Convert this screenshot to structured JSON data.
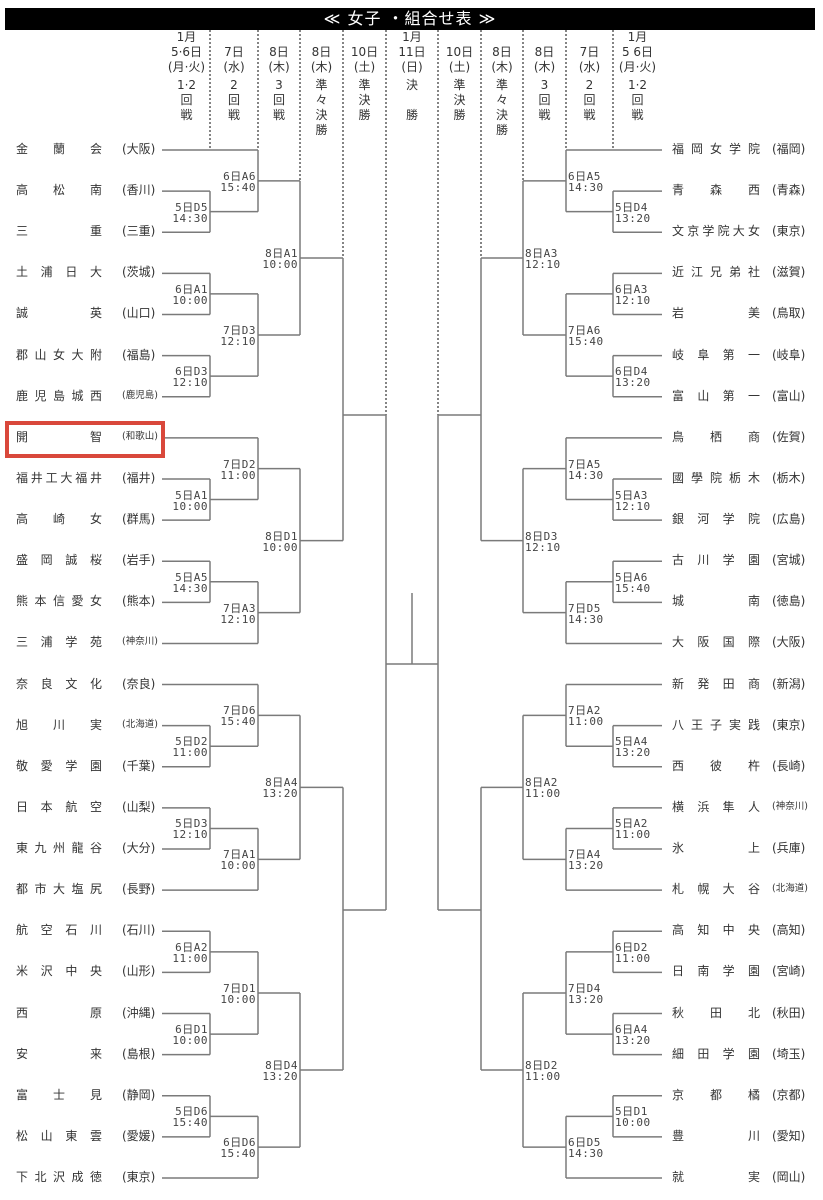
{
  "title": "≪ 女子 ・組合せ表 ≫",
  "highlight_color": "#d9483b",
  "header_columns": [
    {
      "date": [
        "1月",
        "5·6日",
        "(月·火)"
      ],
      "round": [
        "1·2",
        "回",
        "戦"
      ]
    },
    {
      "date": [
        "7日",
        "(水)"
      ],
      "round": [
        "2",
        "回",
        "戦"
      ]
    },
    {
      "date": [
        "8日",
        "(木)"
      ],
      "round": [
        "3",
        "回",
        "戦"
      ]
    },
    {
      "date": [
        "8日",
        "(木)"
      ],
      "round": [
        "準",
        "々",
        "決",
        "勝"
      ]
    },
    {
      "date": [
        "10日",
        "(土)"
      ],
      "round": [
        "準",
        "決",
        "勝"
      ]
    },
    {
      "date": [
        "1月",
        "11日",
        "(日)"
      ],
      "round": [
        "決",
        "",
        "勝"
      ]
    },
    {
      "date": [
        "10日",
        "(土)"
      ],
      "round": [
        "準",
        "決",
        "勝"
      ]
    },
    {
      "date": [
        "8日",
        "(木)"
      ],
      "round": [
        "準",
        "々",
        "決",
        "勝"
      ]
    },
    {
      "date": [
        "8日",
        "(木)"
      ],
      "round": [
        "3",
        "回",
        "戦"
      ]
    },
    {
      "date": [
        "7日",
        "(水)"
      ],
      "round": [
        "2",
        "回",
        "戦"
      ]
    },
    {
      "date": [
        "1月",
        "5 6日",
        "(月·火)"
      ],
      "round": [
        "1·2",
        "回",
        "戦"
      ]
    }
  ],
  "left": {
    "teams": [
      {
        "name": "金蘭会",
        "pref": "(大阪)"
      },
      {
        "name": "高松南",
        "pref": "(香川)"
      },
      {
        "name": "三重",
        "pref": "(三重)"
      },
      {
        "name": "土浦日大",
        "pref": "(茨城)"
      },
      {
        "name": "誠英",
        "pref": "(山口)"
      },
      {
        "name": "郡山女大附",
        "pref": "(福島)"
      },
      {
        "name": "鹿児島城西",
        "pref": "(鹿児島)"
      },
      {
        "name": "開智",
        "pref": "(和歌山)",
        "highlight": true
      },
      {
        "name": "福井工大福井",
        "pref": "(福井)"
      },
      {
        "name": "高崎女",
        "pref": "(群馬)"
      },
      {
        "name": "盛岡誠桜",
        "pref": "(岩手)"
      },
      {
        "name": "熊本信愛女",
        "pref": "(熊本)"
      },
      {
        "name": "三浦学苑",
        "pref": "(神奈川)"
      },
      {
        "name": "奈良文化",
        "pref": "(奈良)"
      },
      {
        "name": "旭川実",
        "pref": "(北海道)"
      },
      {
        "name": "敬愛学園",
        "pref": "(千葉)"
      },
      {
        "name": "日本航空",
        "pref": "(山梨)"
      },
      {
        "name": "東九州龍谷",
        "pref": "(大分)"
      },
      {
        "name": "都市大塩尻",
        "pref": "(長野)"
      },
      {
        "name": "航空石川",
        "pref": "(石川)"
      },
      {
        "name": "米沢中央",
        "pref": "(山形)"
      },
      {
        "name": "西原",
        "pref": "(沖縄)"
      },
      {
        "name": "安来",
        "pref": "(島根)"
      },
      {
        "name": "富士見",
        "pref": "(静岡)"
      },
      {
        "name": "松山東雲",
        "pref": "(愛媛)"
      },
      {
        "name": "下北沢成徳",
        "pref": "(東京)"
      }
    ],
    "matches": [
      {
        "code": "5日D5",
        "time": "14:30"
      },
      {
        "code": "6日A6",
        "time": "15:40"
      },
      {
        "code": "6日A1",
        "time": "10:00"
      },
      {
        "code": "6日D3",
        "time": "12:10"
      },
      {
        "code": "7日D3",
        "time": "12:10"
      },
      {
        "code": "8日A1",
        "time": "10:00"
      },
      {
        "code": "5日A1",
        "time": "10:00"
      },
      {
        "code": "7日D2",
        "time": "11:00"
      },
      {
        "code": "5日A5",
        "time": "14:30"
      },
      {
        "code": "7日A3",
        "time": "12:10"
      },
      {
        "code": "8日D1",
        "time": "10:00"
      },
      {
        "code": "5日D2",
        "time": "11:00"
      },
      {
        "code": "7日D6",
        "time": "15:40"
      },
      {
        "code": "5日D3",
        "time": "12:10"
      },
      {
        "code": "7日A1",
        "time": "10:00"
      },
      {
        "code": "8日A4",
        "time": "13:20"
      },
      {
        "code": "6日A2",
        "time": "11:00"
      },
      {
        "code": "6日D1",
        "time": "10:00"
      },
      {
        "code": "7日D1",
        "time": "10:00"
      },
      {
        "code": "5日D6",
        "time": "15:40"
      },
      {
        "code": "6日D6",
        "time": "15:40"
      },
      {
        "code": "8日D4",
        "time": "13:20"
      }
    ]
  },
  "right": {
    "teams": [
      {
        "name": "福岡女学院",
        "pref": "(福岡)"
      },
      {
        "name": "青森西",
        "pref": "(青森)"
      },
      {
        "name": "文京学院大女",
        "pref": "(東京)"
      },
      {
        "name": "近江兄弟社",
        "pref": "(滋賀)"
      },
      {
        "name": "岩美",
        "pref": "(鳥取)"
      },
      {
        "name": "岐阜第一",
        "pref": "(岐阜)"
      },
      {
        "name": "富山第一",
        "pref": "(富山)"
      },
      {
        "name": "鳥栖商",
        "pref": "(佐賀)"
      },
      {
        "name": "國學院栃木",
        "pref": "(栃木)"
      },
      {
        "name": "銀河学院",
        "pref": "(広島)"
      },
      {
        "name": "古川学園",
        "pref": "(宮城)"
      },
      {
        "name": "城南",
        "pref": "(徳島)"
      },
      {
        "name": "大阪国際",
        "pref": "(大阪)"
      },
      {
        "name": "新発田商",
        "pref": "(新潟)"
      },
      {
        "name": "八王子実践",
        "pref": "(東京)"
      },
      {
        "name": "西彼杵",
        "pref": "(長崎)"
      },
      {
        "name": "横浜隼人",
        "pref": "(神奈川)"
      },
      {
        "name": "氷上",
        "pref": "(兵庫)"
      },
      {
        "name": "札幌大谷",
        "pref": "(北海道)"
      },
      {
        "name": "高知中央",
        "pref": "(高知)"
      },
      {
        "name": "日南学園",
        "pref": "(宮崎)"
      },
      {
        "name": "秋田北",
        "pref": "(秋田)"
      },
      {
        "name": "細田学園",
        "pref": "(埼玉)"
      },
      {
        "name": "京都橘",
        "pref": "(京都)"
      },
      {
        "name": "豊川",
        "pref": "(愛知)"
      },
      {
        "name": "就実",
        "pref": "(岡山)"
      }
    ],
    "matches": [
      {
        "code": "5日D4",
        "time": "13:20"
      },
      {
        "code": "6日A5",
        "time": "14:30"
      },
      {
        "code": "6日A3",
        "time": "12:10"
      },
      {
        "code": "6日D4",
        "time": "13:20"
      },
      {
        "code": "7日A6",
        "time": "15:40"
      },
      {
        "code": "8日A3",
        "time": "12:10"
      },
      {
        "code": "5日A3",
        "time": "12:10"
      },
      {
        "code": "7日A5",
        "time": "14:30"
      },
      {
        "code": "5日A6",
        "time": "15:40"
      },
      {
        "code": "7日D5",
        "time": "14:30"
      },
      {
        "code": "8日D3",
        "time": "12:10"
      },
      {
        "code": "5日A4",
        "time": "13:20"
      },
      {
        "code": "7日A2",
        "time": "11:00"
      },
      {
        "code": "5日A2",
        "time": "11:00"
      },
      {
        "code": "7日A4",
        "time": "13:20"
      },
      {
        "code": "8日A2",
        "time": "11:00"
      },
      {
        "code": "6日D2",
        "time": "11:00"
      },
      {
        "code": "6日A4",
        "time": "13:20"
      },
      {
        "code": "7日D4",
        "time": "13:20"
      },
      {
        "code": "5日D1",
        "time": "10:00"
      },
      {
        "code": "6日D5",
        "time": "14:30"
      },
      {
        "code": "8日D2",
        "time": "11:00"
      }
    ]
  }
}
